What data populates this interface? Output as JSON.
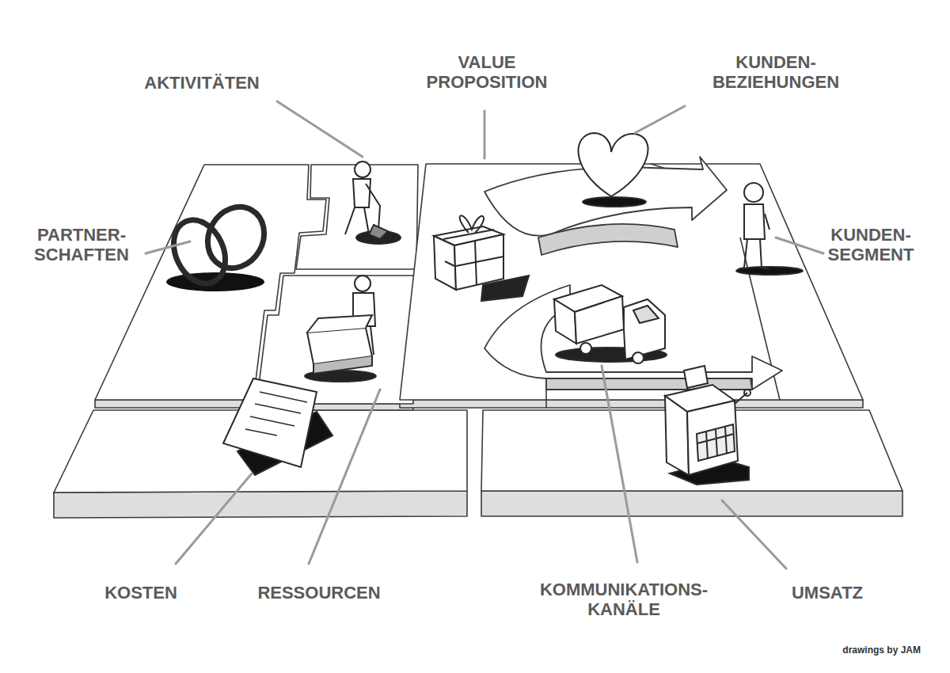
{
  "diagram": {
    "labels": [
      "AKTIVITÄTEN",
      "VALUE PROPOSITION",
      "KUNDEN- BEZIEHUNGEN",
      "PARTNER- SCHAFTEN",
      "KUNDEN- SEGMENT",
      "KOSTEN",
      "RESSOURCEN",
      "KOMMUNIKATIONS- KANÄLE",
      "UMSATZ",
      "drawings by JAM"
    ]
  }
}
